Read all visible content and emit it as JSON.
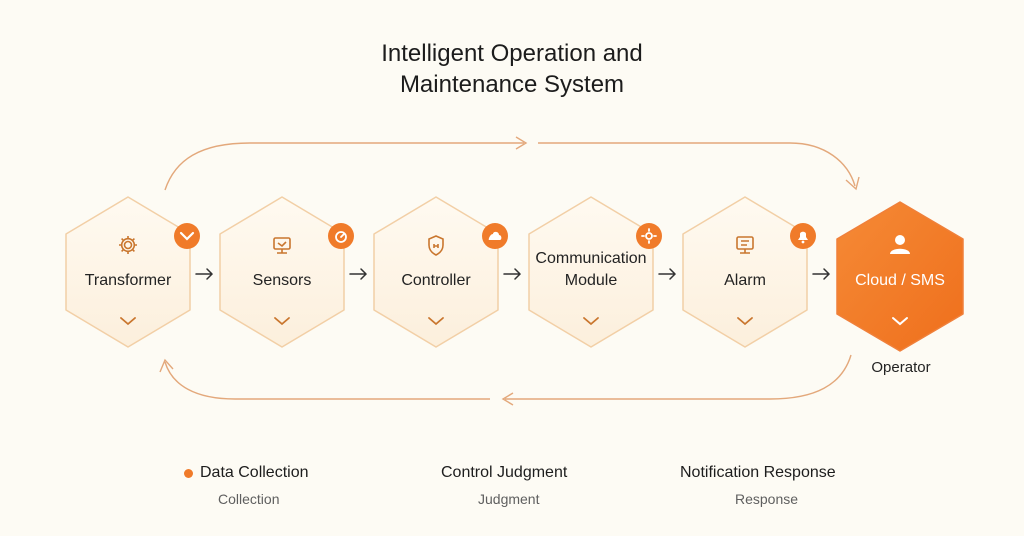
{
  "title": {
    "line1": "Intelligent Operation and",
    "line2": "Maintenance System"
  },
  "nodes": [
    {
      "label_lines": [
        "Transformer"
      ],
      "icon": "gear-icon",
      "badge_icon": "chevron-down-badge-icon"
    },
    {
      "label_lines": [
        "Sensors"
      ],
      "icon": "monitor-icon",
      "badge_icon": "gauge-badge-icon"
    },
    {
      "label_lines": [
        "Controller"
      ],
      "icon": "shield-icon",
      "badge_icon": "cloud-badge-icon"
    },
    {
      "label_lines": [
        "Communication",
        "Module"
      ],
      "icon": "signal-icon",
      "badge_icon": "gear-badge-icon"
    },
    {
      "label_lines": [
        "Alarm"
      ],
      "icon": "monitor-list-icon",
      "badge_icon": "bell-badge-icon"
    },
    {
      "label_lines": [
        "Cloud / SMS"
      ],
      "icon": "user-icon",
      "highlighted": true
    }
  ],
  "operator_label": "Operator",
  "legend": [
    {
      "title": "Data Collection",
      "subtitle": "Collection",
      "has_dot": true
    },
    {
      "title": "Control Judgment",
      "subtitle": "Judgment",
      "has_dot": false
    },
    {
      "title": "Notification Response",
      "subtitle": "Response",
      "has_dot": false
    }
  ],
  "colors": {
    "accent": "#f07b2a",
    "hex_border": "#f2cfa6",
    "hex_fill": "#fdf4e6",
    "icon": "#c9762e",
    "loop_arrow": "#e3a87b",
    "text": "#232323"
  }
}
